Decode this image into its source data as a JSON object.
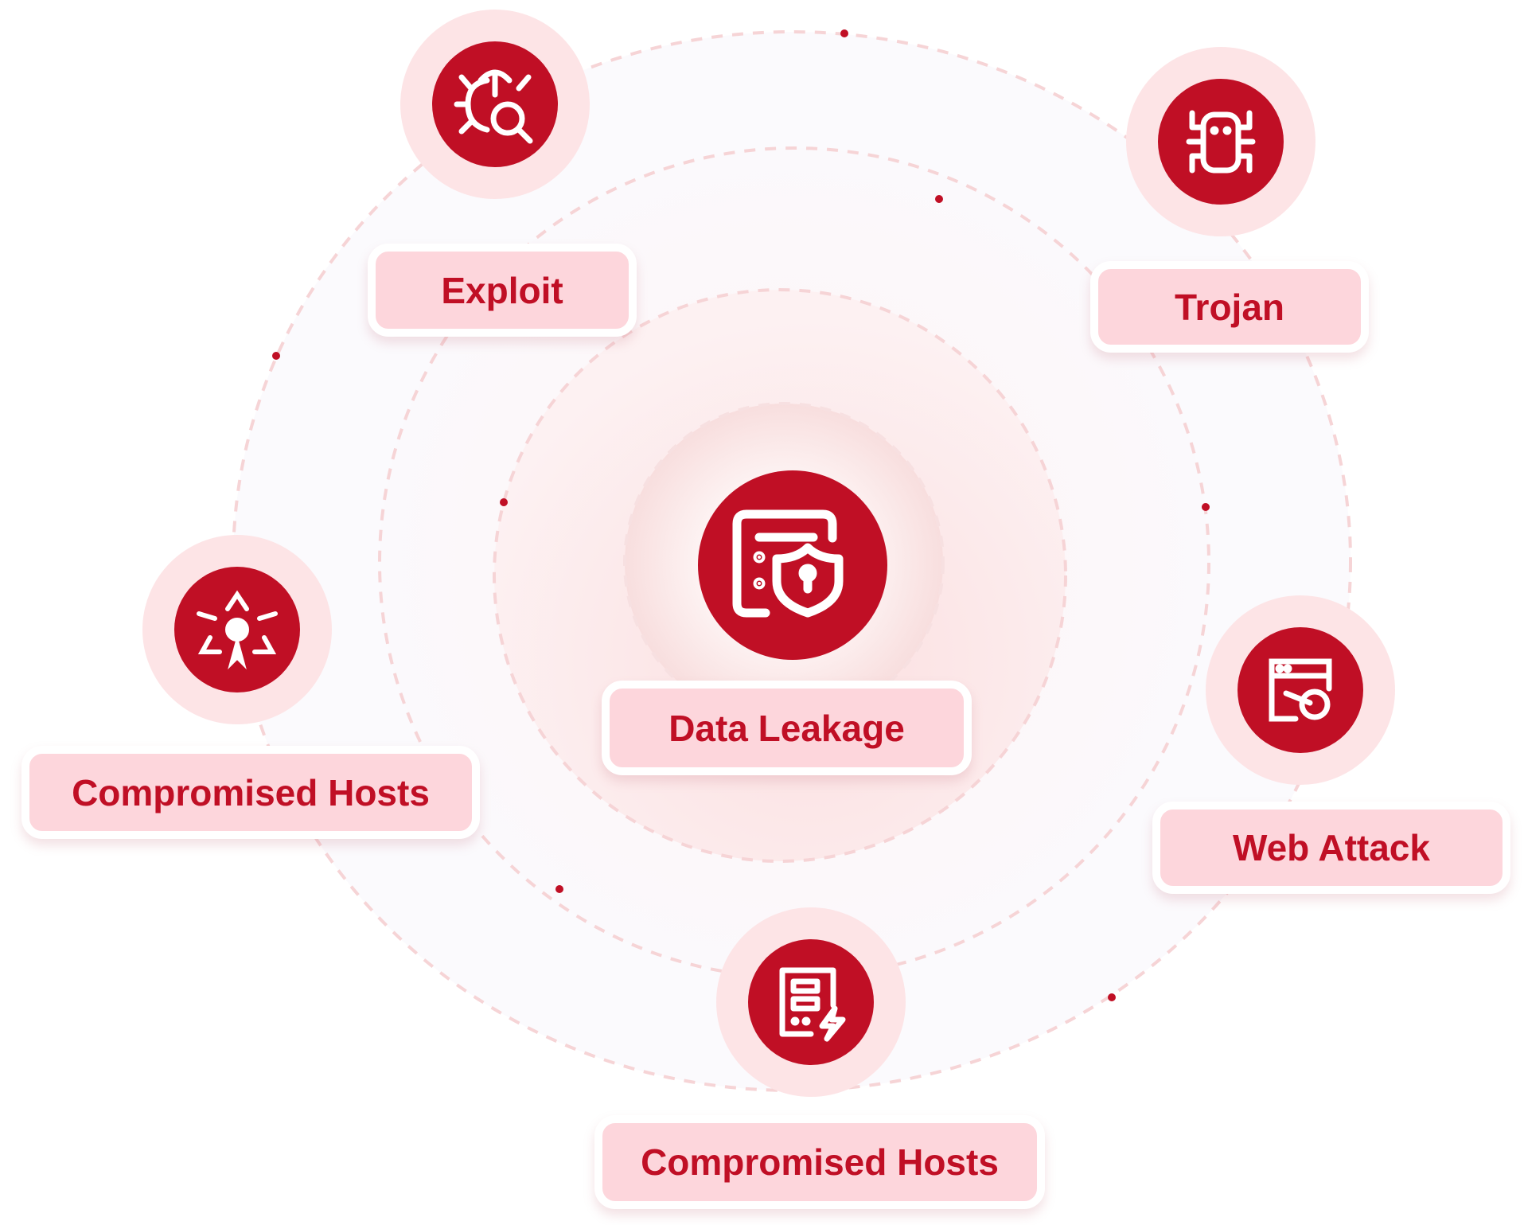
{
  "center": {
    "label": "Data Leakage",
    "icon": "shield-lock-server-icon"
  },
  "nodes": [
    {
      "label": "Exploit",
      "icon": "bug-search-icon"
    },
    {
      "label": "Trojan",
      "icon": "bug-icon"
    },
    {
      "label": "Compromised Hosts",
      "icon": "biohazard-skull-icon"
    },
    {
      "label": "Web Attack",
      "icon": "browser-attack-icon"
    },
    {
      "label": "Compromised Hosts",
      "icon": "server-lightning-icon"
    }
  ],
  "colors": {
    "accent": "#c00f25",
    "label_bg": "#fdd6dc",
    "halo": "#fde4e6",
    "dash": "#f6d4d6"
  }
}
